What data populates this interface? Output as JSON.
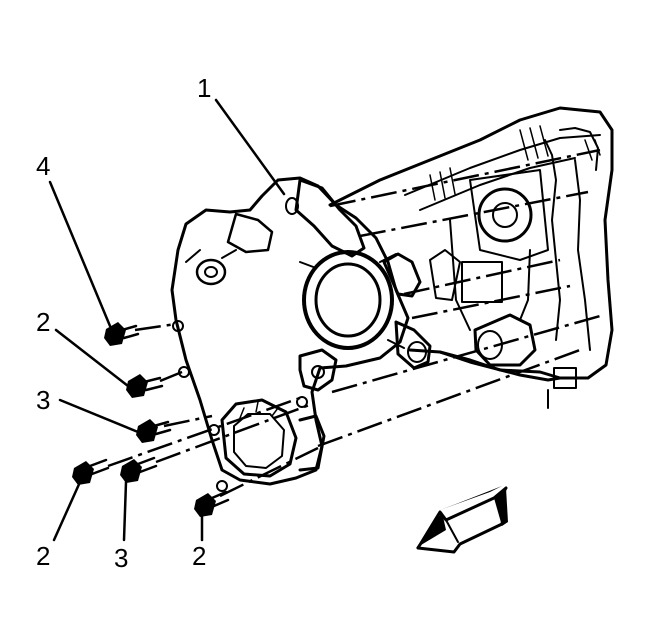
{
  "callouts": [
    {
      "id": "c1",
      "label": "1"
    },
    {
      "id": "c4",
      "label": "4"
    },
    {
      "id": "c2a",
      "label": "2"
    },
    {
      "id": "c3a",
      "label": "3"
    },
    {
      "id": "c2b",
      "label": "2"
    },
    {
      "id": "c3b",
      "label": "3"
    },
    {
      "id": "c2c",
      "label": "2"
    }
  ],
  "colors": {
    "ink": "#000000",
    "background": "#ffffff"
  },
  "icons": {
    "direction_arrow": "front-direction-arrow-icon"
  }
}
